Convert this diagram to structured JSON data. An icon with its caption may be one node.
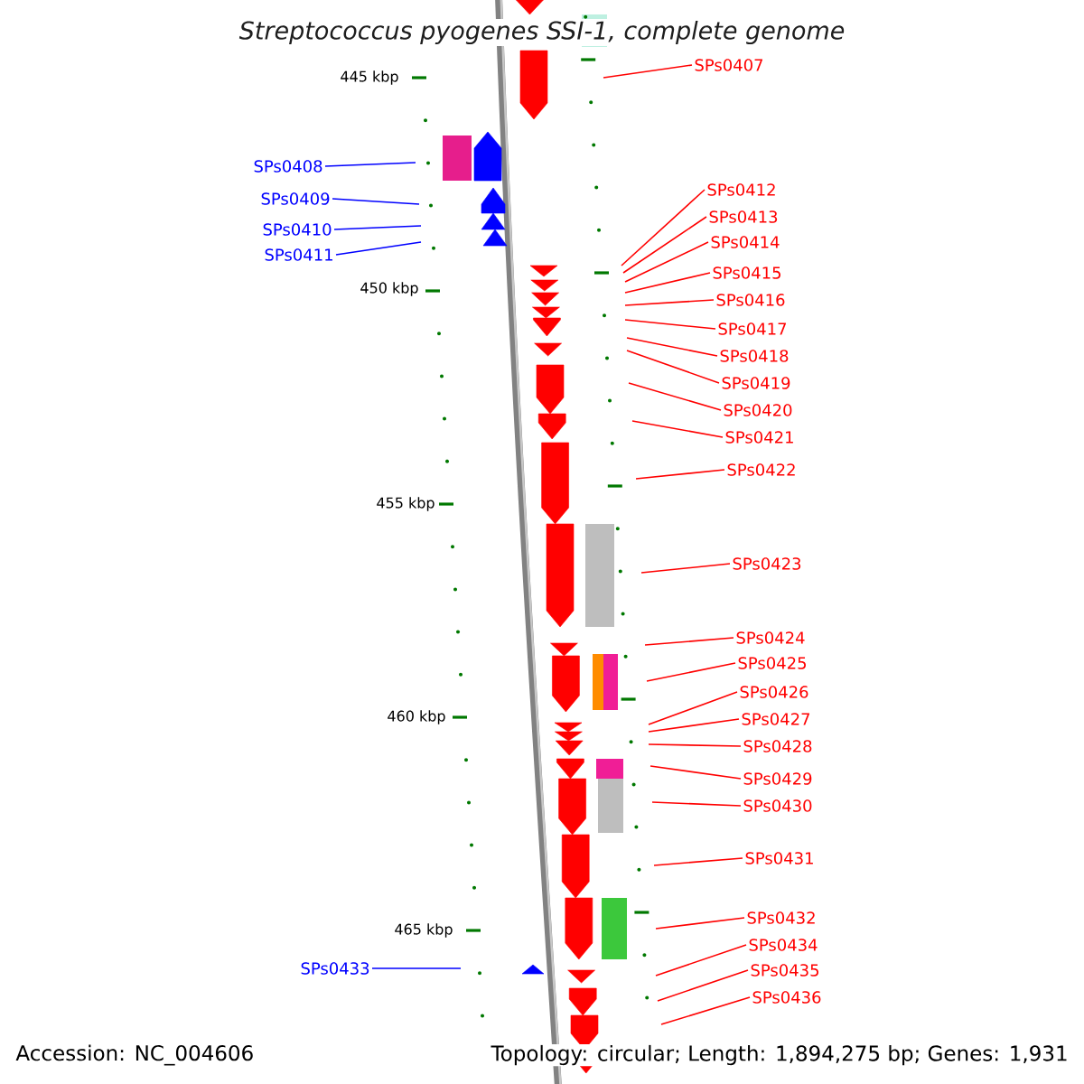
{
  "diagram": {
    "title": "Streptococcus pyogenes SSI-1, complete genome",
    "nodes": [
      {
        "text": [
          "SPs0407"
        ]
      },
      {
        "text": [
          "SPs0408"
        ]
      },
      {
        "text": [
          "SPs0409"
        ]
      },
      {
        "text": [
          "SPs0410"
        ]
      },
      {
        "text": [
          "SPs0411"
        ]
      },
      {
        "text": [
          "SPs0412"
        ]
      },
      {
        "text": [
          "SPs0413"
        ]
      },
      {
        "text": [
          "SPs0414"
        ]
      },
      {
        "text": [
          "SPs0415"
        ]
      },
      {
        "text": [
          "SPs0416"
        ]
      },
      {
        "text": [
          "SPs0417"
        ]
      },
      {
        "text": [
          "SPs0418"
        ]
      },
      {
        "text": [
          "SPs0419"
        ]
      },
      {
        "text": [
          "SPs0420"
        ]
      },
      {
        "text": [
          "SPs0421"
        ]
      },
      {
        "text": [
          "SPs0422"
        ]
      },
      {
        "text": [
          "SPs0423"
        ]
      },
      {
        "text": [
          "SPs0424"
        ]
      },
      {
        "text": [
          "SPs0425"
        ]
      },
      {
        "text": [
          "SPs0426"
        ]
      },
      {
        "text": [
          "SPs0427"
        ]
      },
      {
        "text": [
          "SPs0428"
        ]
      },
      {
        "text": [
          "SPs0429"
        ]
      },
      {
        "text": [
          "SPs0430"
        ]
      },
      {
        "text": [
          "SPs0431"
        ]
      },
      {
        "text": [
          "SPs0432"
        ]
      },
      {
        "text": [
          "SPs0433"
        ]
      },
      {
        "text": [
          "SPs0434"
        ]
      },
      {
        "text": [
          "SPs0435"
        ]
      },
      {
        "text": [
          "SPs0436"
        ]
      }
    ],
    "edges": [
      {
        "from": 0,
        "to": null,
        "arrow": "none"
      },
      {
        "from": 1,
        "to": null,
        "arrow": "none",
        "color": "#0000ff"
      },
      {
        "from": 2,
        "to": null,
        "arrow": "none",
        "color": "#0000ff"
      },
      {
        "from": 3,
        "to": null,
        "arrow": "none",
        "color": "#0000ff"
      },
      {
        "from": 4,
        "to": null,
        "arrow": "none",
        "color": "#0000ff"
      },
      {
        "from": 5,
        "to": null,
        "arrow": "none"
      },
      {
        "from": 6,
        "to": null,
        "arrow": "none"
      },
      {
        "from": 7,
        "to": null,
        "arrow": "none"
      },
      {
        "from": 8,
        "to": null,
        "arrow": "none"
      },
      {
        "from": 9,
        "to": null,
        "arrow": "none"
      },
      {
        "from": 10,
        "to": null,
        "arrow": "none"
      },
      {
        "from": 11,
        "to": null,
        "arrow": "none"
      },
      {
        "from": 12,
        "to": null,
        "arrow": "none"
      },
      {
        "from": 13,
        "to": null,
        "arrow": "none"
      },
      {
        "from": 14,
        "to": null,
        "arrow": "none"
      },
      {
        "from": 15,
        "to": null,
        "arrow": "none"
      },
      {
        "from": 16,
        "to": null,
        "arrow": "none"
      },
      {
        "from": 17,
        "to": null,
        "arrow": "none"
      },
      {
        "from": 18,
        "to": null,
        "arrow": "none"
      },
      {
        "from": 19,
        "to": null,
        "arrow": "none"
      },
      {
        "from": 20,
        "to": null,
        "arrow": "none"
      },
      {
        "from": 21,
        "to": null,
        "arrow": "none"
      },
      {
        "from": 22,
        "to": null,
        "arrow": "none"
      },
      {
        "from": 23,
        "to": null,
        "arrow": "none"
      },
      {
        "from": 24,
        "to": null,
        "arrow": "none"
      },
      {
        "from": 25,
        "to": null,
        "arrow": "none"
      },
      {
        "from": 26,
        "to": null,
        "arrow": "none",
        "color": "#0000ff"
      },
      {
        "from": 27,
        "to": null,
        "arrow": "none"
      },
      {
        "from": 28,
        "to": null,
        "arrow": "none"
      },
      {
        "from": 29,
        "to": null,
        "arrow": "none"
      }
    ],
    "labels": [
      "445 kbp",
      "450 kbp",
      "455 kbp",
      "460 kbp",
      "465 kbp",
      "Accession: NC_004606",
      "Topology: circular; Length: 1,894,275 bp; Genes: 1,931"
    ]
  }
}
